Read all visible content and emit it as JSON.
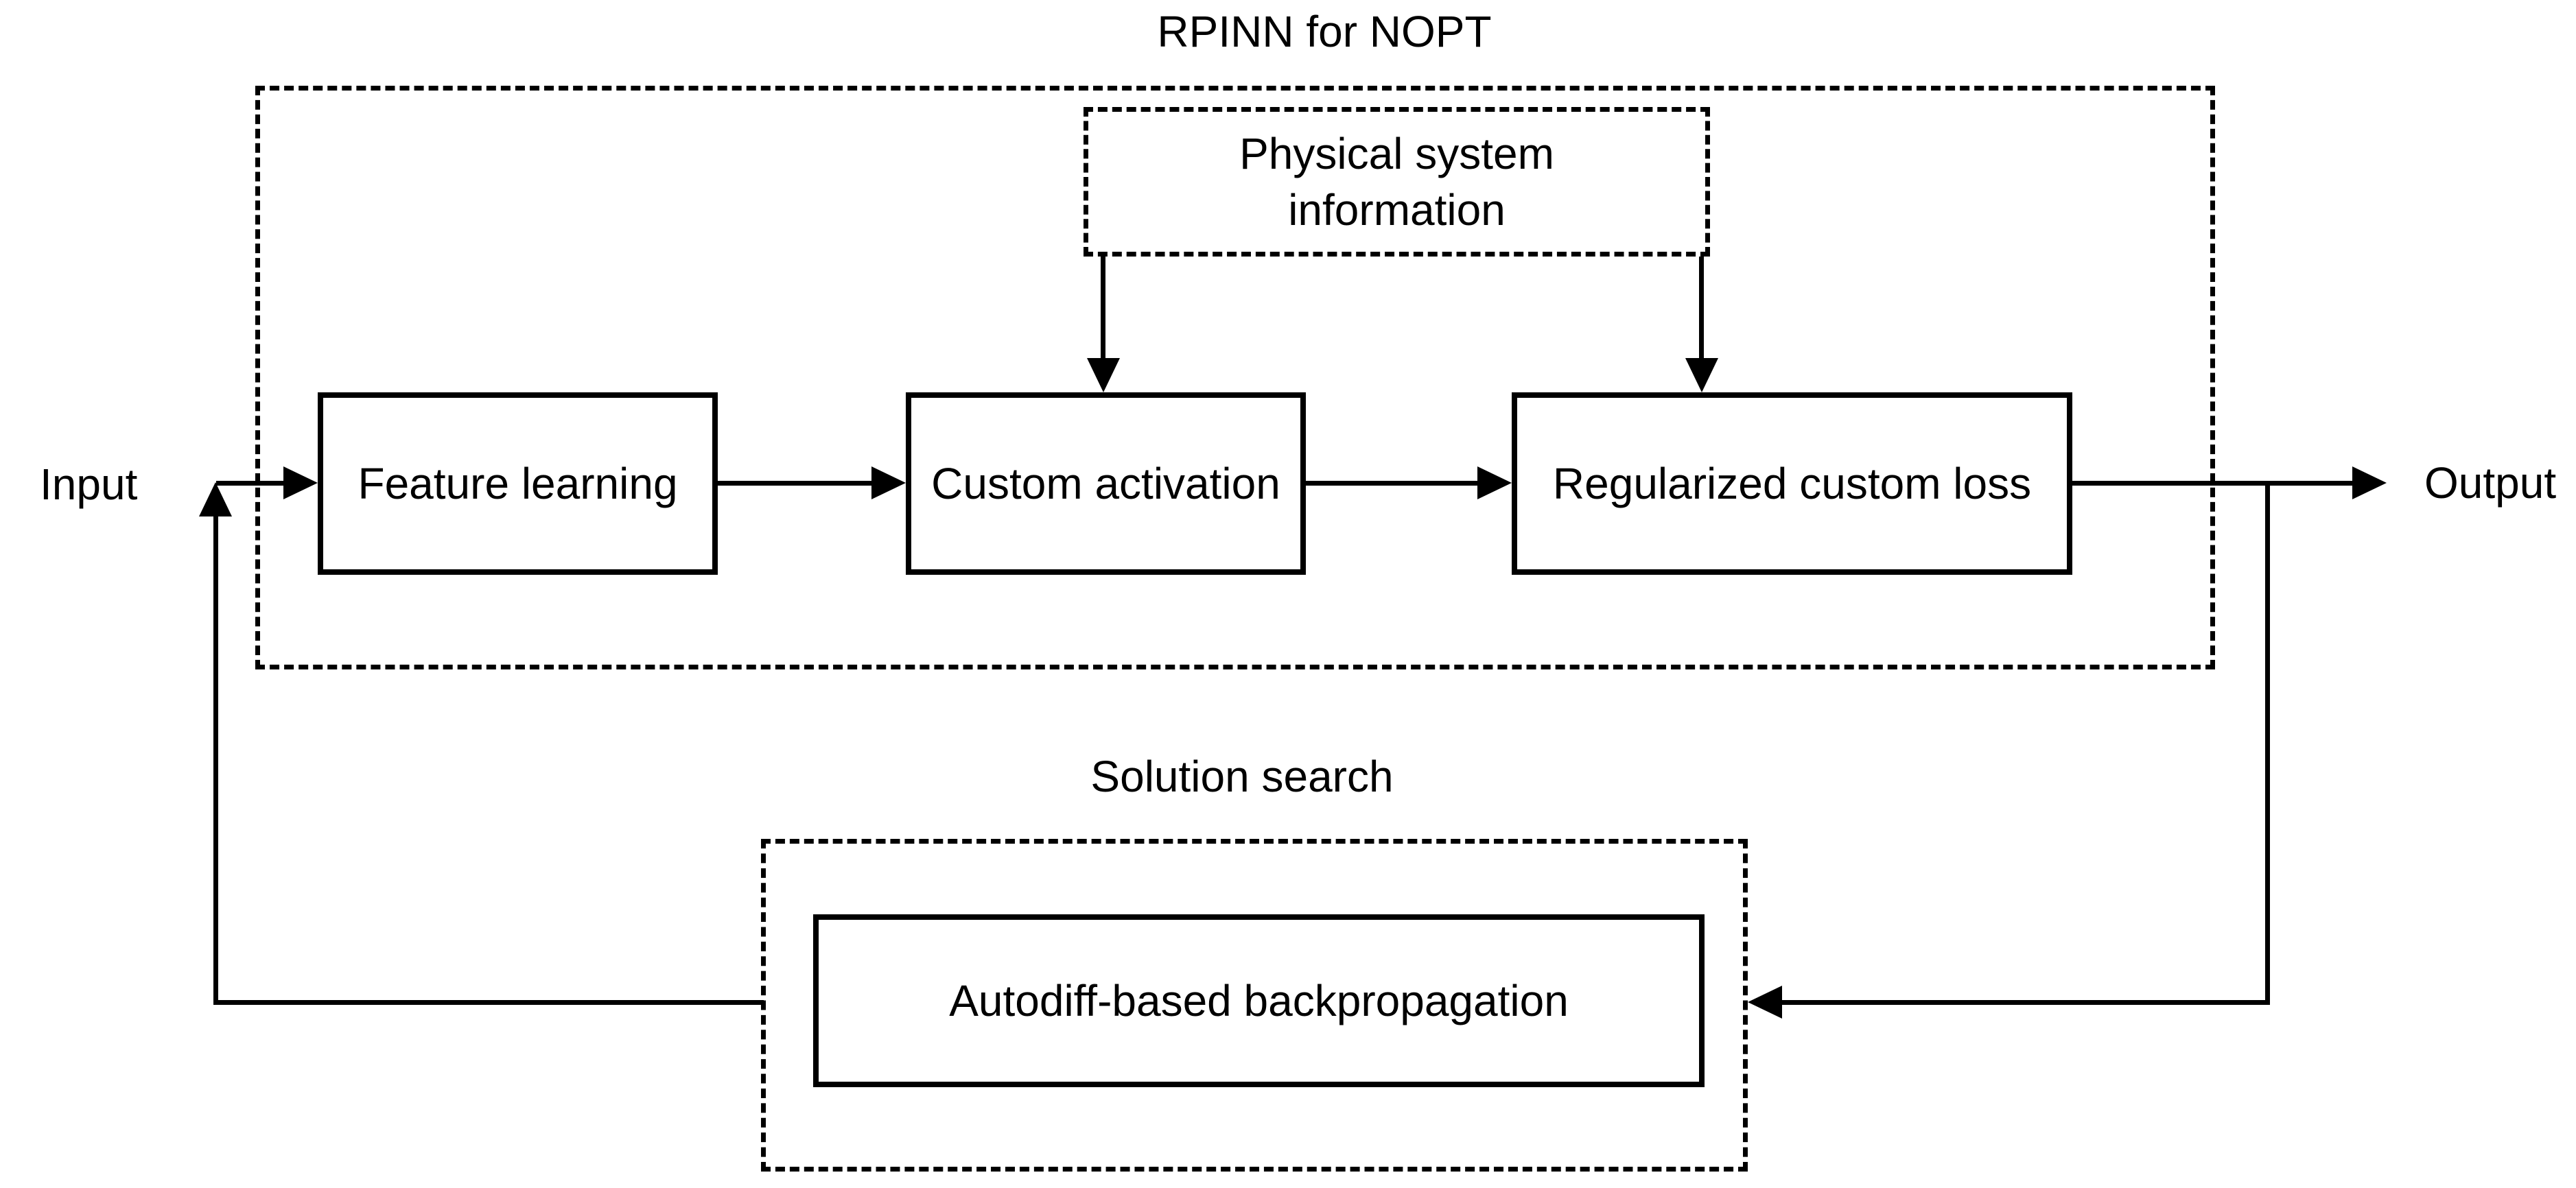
{
  "diagram": {
    "title": "RPINN for NOPT",
    "input_label": "Input",
    "output_label": "Output",
    "rpinn": {
      "physical_box": {
        "line1": "Physical system",
        "line2": "information"
      },
      "feature_box": "Feature learning",
      "activation_box": "Custom activation",
      "loss_box": "Regularized custom loss"
    },
    "solution": {
      "label": "Solution search",
      "autodiff_box": "Autodiff-based backpropagation"
    },
    "colors": {
      "line": "#000000",
      "background": "#ffffff"
    }
  }
}
